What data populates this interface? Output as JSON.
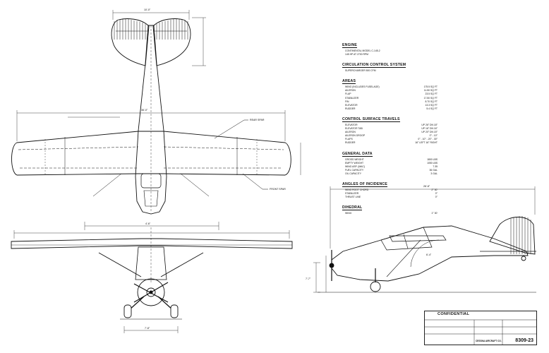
{
  "drawing": {
    "confidential": "CONFIDENTIAL",
    "drawing_number": "8309-23",
    "maker": "CESSNA AIRCRAFT CO."
  },
  "specs": [
    {
      "heading": "ENGINE",
      "rows": [
        {
          "label": "CONTINENTAL MODEL C-145-2",
          "value": ""
        },
        {
          "label": "145 HP AT 2700 RPM",
          "value": ""
        }
      ]
    },
    {
      "heading": "CIRCULATION CONTROL SYSTEM",
      "rows": [
        {
          "label": "SUPERCHARGER 500 CFM",
          "value": ""
        }
      ]
    },
    {
      "heading": "AREAS",
      "rows": [
        {
          "label": "WING (INCLUDES FUSELAGE)",
          "value": "175.5 SQ FT"
        },
        {
          "label": "AILERON",
          "value": "11.50 SQ FT"
        },
        {
          "label": "FLAP",
          "value": "23.5 SQ FT"
        },
        {
          "label": "STABILIZER",
          "value": "17.50 SQ FT"
        },
        {
          "label": "FIN",
          "value": "8.70 SQ FT"
        },
        {
          "label": "ELEVATOR",
          "value": "13.3 SQ FT"
        },
        {
          "label": "RUDDER",
          "value": "5.4 SQ FT"
        }
      ]
    },
    {
      "heading": "CONTROL SURFACE TRAVELS",
      "rows": [
        {
          "label": "ELEVATOR",
          "value": "UP 26° DN 18°"
        },
        {
          "label": "ELEVATOR TAB",
          "value": "UP 16° DN 16°"
        },
        {
          "label": "AILERON",
          "value": "UP 20° DN 15°"
        },
        {
          "label": "AILERON DROOP",
          "value": "0° - 10°"
        },
        {
          "label": "FLAPS",
          "value": "0° - 10° - 20° - 30°"
        },
        {
          "label": "RUDDER",
          "value": "16° LEFT 16° RIGHT"
        }
      ]
    },
    {
      "heading": "GENERAL DATA",
      "rows": [
        {
          "label": "GROSS WEIGHT",
          "value": "1800 LBS"
        },
        {
          "label": "EMPTY WEIGHT",
          "value": "1050 LBS"
        },
        {
          "label": "WING ASP. (MAC)",
          "value": "7.35"
        },
        {
          "label": "FUEL CAPACITY",
          "value": "36 GAL"
        },
        {
          "label": "OIL CAPACITY",
          "value": "3 GAL"
        }
      ]
    },
    {
      "heading": "ANGLES OF INCIDENCE",
      "rows": [
        {
          "label": "WING ROOT CHORD",
          "value": "2° 30'"
        },
        {
          "label": "STABILIZER",
          "value": "0°"
        },
        {
          "label": "THRUST LINE",
          "value": "0°"
        }
      ]
    },
    {
      "heading": "DIHEDRAL",
      "rows": [
        {
          "label": "WING",
          "value": "1° 30'"
        }
      ]
    }
  ],
  "labels": {
    "rear_spar": "REAR SPAR",
    "front_spar": "FRONT SPAR",
    "dim_span": "36'-0\"",
    "dim_stab_span": "10'-0\"",
    "dim_length": "26'-8\"",
    "dim_height": "7'-7\"",
    "dim_gear": "7'-8\"",
    "dim_prop": "6'-4\"",
    "dim_fus": "4'-6\""
  }
}
